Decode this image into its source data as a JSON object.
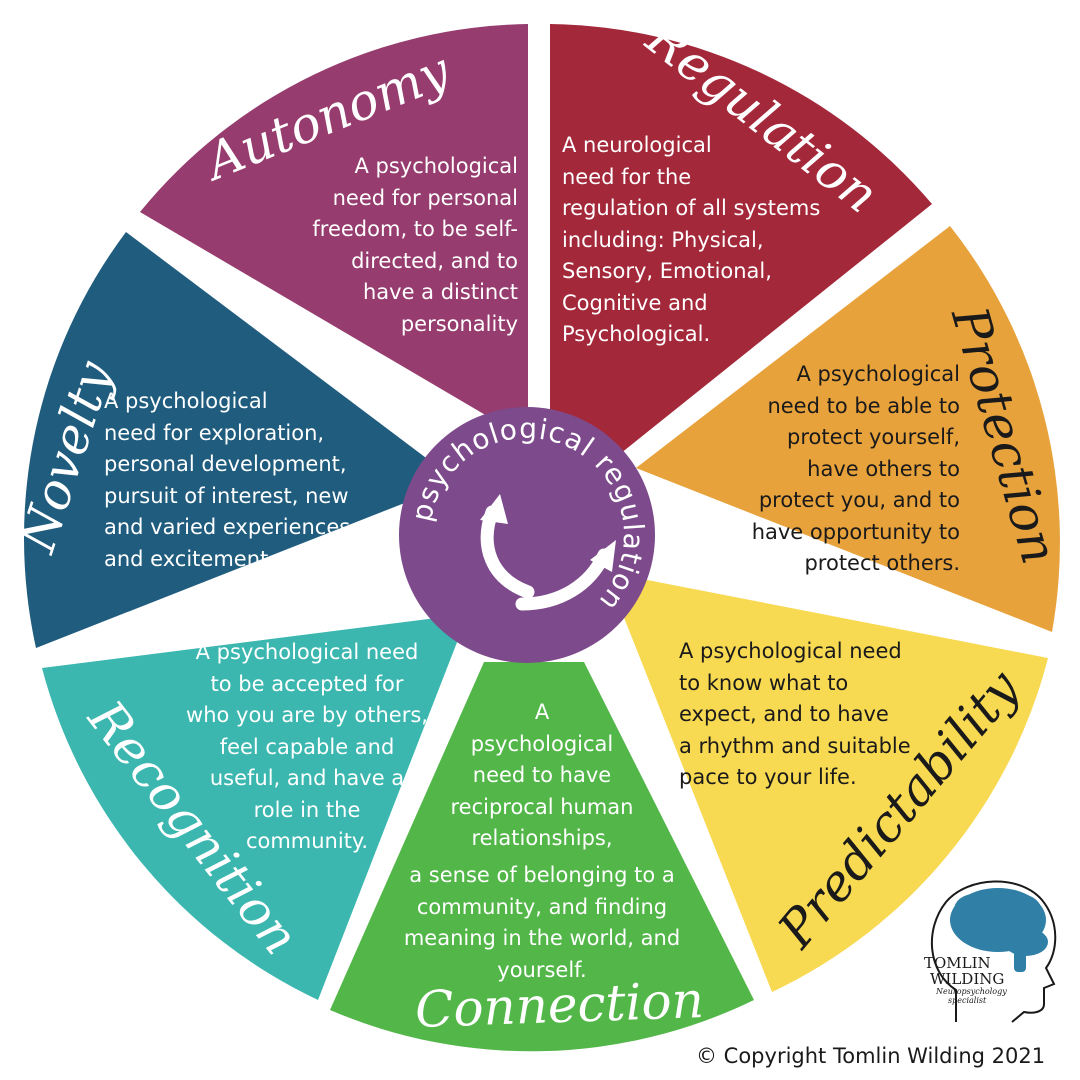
{
  "center_label": "psychological regulation",
  "segments": [
    {
      "title": "Regulation",
      "color": "#A3283A",
      "text_color": "#ffffff",
      "description": "A neurological\nneed for the\nregulation of all systems\nincluding: Physical,\nSensory, Emotional,\nCognitive and\nPsychological."
    },
    {
      "title": "Protection",
      "color": "#E8A23C",
      "text_color": "#1a1a1a",
      "description": "A psychological\nneed to be able to\nprotect yourself,\nhave others to\nprotect you, and to\nhave opportunity to\nprotect others."
    },
    {
      "title": "Predictability",
      "color": "#F8D952",
      "text_color": "#1a1a1a",
      "description": "A psychological need\nto know what to\nexpect, and to have\na rhythm and suitable\npace to your life."
    },
    {
      "title": "Connection",
      "color": "#52B748",
      "text_color": "#ffffff",
      "description_top": "A\npsychological\nneed to have\nreciprocal human\nrelationships,",
      "description_bottom": "a sense of belonging to a\ncommunity, and finding\nmeaning in the world, and\nyourself."
    },
    {
      "title": "Recognition",
      "color": "#3BB7B0",
      "text_color": "#ffffff",
      "description": "A psychological need\nto be accepted for\nwho you are by others,\nfeel capable and\nuseful, and have a\nrole in the\ncommunity."
    },
    {
      "title": "Novelty",
      "color": "#1F5C7E",
      "text_color": "#ffffff",
      "description": "A psychological\nneed for exploration,\npersonal development,\npursuit of interest, new\nand varied experiences\nand excitement."
    },
    {
      "title": "Autonomy",
      "color": "#963C6E",
      "text_color": "#ffffff",
      "description": "A psychological\nneed for personal\nfreedom, to be self-\ndirected, and  to\nhave a distinct\npersonality"
    }
  ],
  "hub_color": "#7D4A8C",
  "logo": {
    "name_line1": "TOMLIN",
    "name_line2": "WILDING",
    "subtitle_line1": "Neuropsychology",
    "subtitle_line2": "specialist",
    "brain_color": "#2F7FA6"
  },
  "copyright": "© Copyright Tomlin Wilding 2021"
}
